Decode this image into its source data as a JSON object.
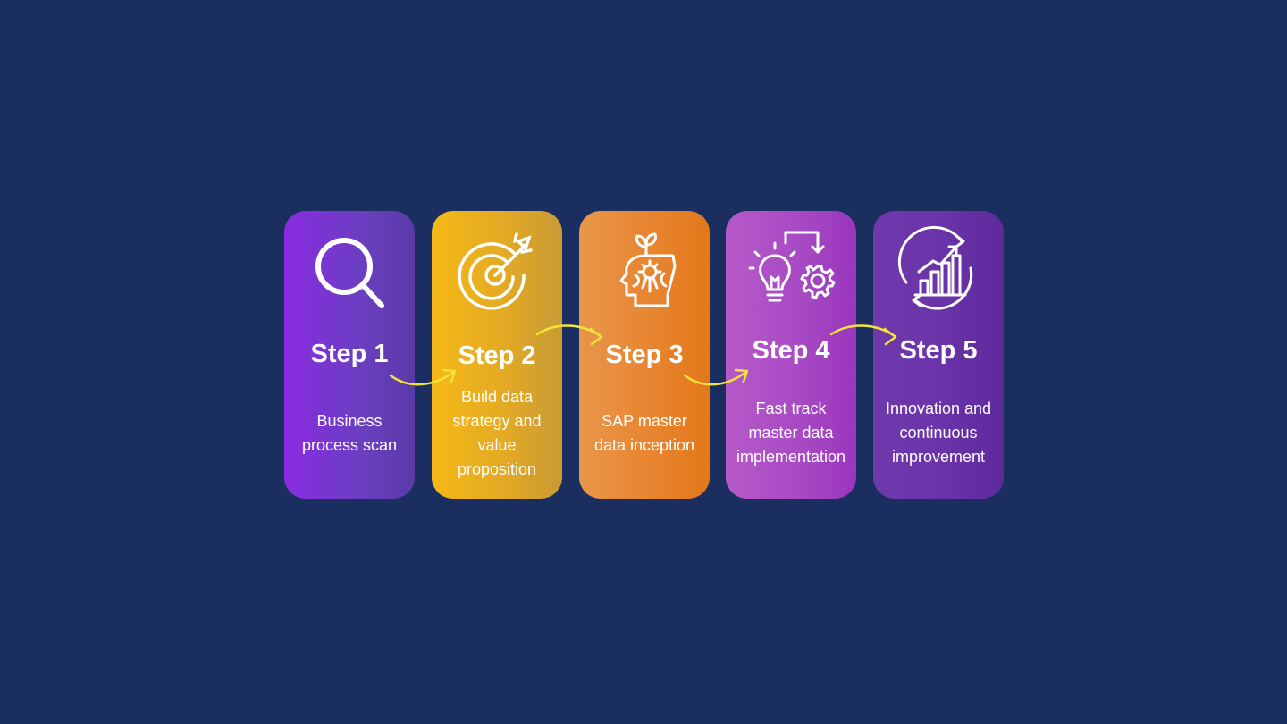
{
  "steps": [
    {
      "title": "Step 1",
      "lines": [
        "Business",
        "process scan"
      ],
      "icon": "magnifier-icon"
    },
    {
      "title": "Step 2",
      "lines": [
        "Build data",
        "strategy and",
        "value",
        "proposition"
      ],
      "icon": "target-icon"
    },
    {
      "title": "Step 3",
      "lines": [
        "SAP master",
        "data inception"
      ],
      "icon": "brain-plant-icon"
    },
    {
      "title": "Step 4",
      "lines": [
        "Fast track",
        "master data",
        "implementation"
      ],
      "icon": "lightbulb-gear-icon"
    },
    {
      "title": "Step 5",
      "lines": [
        "Innovation and",
        "continuous",
        "improvement"
      ],
      "icon": "growth-chart-icon"
    }
  ],
  "colors": {
    "background": "#1a2f5f",
    "arrow": "#f2e33a",
    "step1": "#8a2be2",
    "step2": "#f5b816",
    "step3": "#e88530",
    "step4": "#b659c9",
    "step5": "#6a33a8"
  }
}
